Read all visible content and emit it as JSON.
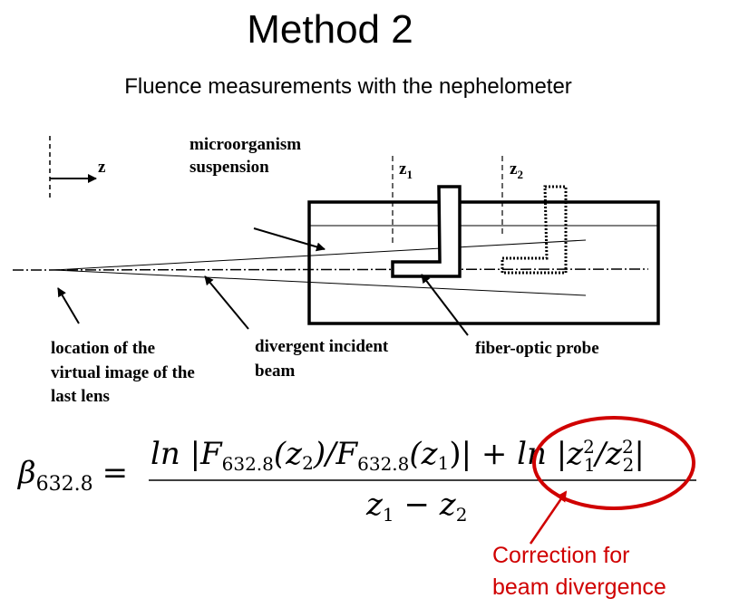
{
  "title": "Method 2",
  "subtitle": "Fluence measurements with the nephelometer",
  "diagram": {
    "axis_label": "z",
    "z1_label": "z",
    "z1_sub": "1",
    "z2_label": "z",
    "z2_sub": "2",
    "suspension_label": [
      "microorganism",
      "suspension"
    ],
    "virtual_image_label": [
      "location of the",
      "virtual image of the",
      "last lens"
    ],
    "beam_label": [
      "divergent incident",
      "beam"
    ],
    "probe_label": "fiber-optic probe"
  },
  "formula": {
    "lhs": "β",
    "lhs_sub": "632.8",
    "equals": "=",
    "numerator_main": "ln |F",
    "sub1": "632.8",
    "part2": "(z",
    "s2": "2",
    "part3": ")/F",
    "sub2": "632.8",
    "part4": "(z",
    "s1": "1",
    "part5": ")| + ",
    "correction_term": "ln |z",
    "c_sup1": "2",
    "c_sub1": "1",
    "c_slash": "/z",
    "c_sup2": "2",
    "c_sub2": "2",
    "c_end": "|",
    "denominator": "z",
    "d_sub1": "1",
    "d_minus": " − z",
    "d_sub2": "2"
  },
  "annotation": [
    "Correction for",
    "beam divergence"
  ],
  "colors": {
    "annotation": "#d00000"
  }
}
